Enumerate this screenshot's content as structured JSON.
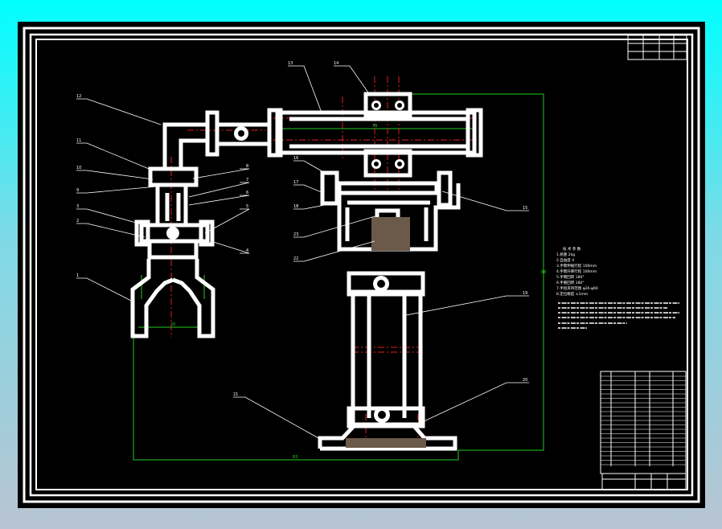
{
  "drawing": {
    "part_labels": {
      "gripper_1": "1",
      "gripper_2": "2",
      "gripper_3": "3",
      "gripper_5": "5",
      "gripper_6": "6",
      "gripper_7": "7",
      "gripper_8": "8",
      "gripper_9": "9",
      "gripper_4": "4",
      "wrist_10": "10",
      "wrist_11": "11",
      "arm_12": "12",
      "arm_13": "13",
      "arm_14": "14",
      "arm_15": "15",
      "arm_16": "16",
      "joint_17": "17",
      "joint_18": "18",
      "column_19": "19",
      "base_20": "20",
      "base_21": "21",
      "pin_22": "22",
      "pin_23": "23"
    },
    "dimensions": {
      "bottom_span": "83",
      "right_height": "88",
      "jaw_width": "20",
      "arm_bore": "39"
    },
    "notes": {
      "title": "技 术 参 数",
      "param_1": "1.抓重 2kg",
      "param_2": "2.自由度 4",
      "param_3": "3.手臂伸缩行程 100mm",
      "param_4": "4.手臂升降行程 100mm",
      "param_5": "5.手臂回转 180°",
      "param_6": "6.手腕回转 180°",
      "param_7": "7.手指夹持范围 φ20-φ60",
      "param_8": "8.定位精度 ±1mm"
    }
  }
}
